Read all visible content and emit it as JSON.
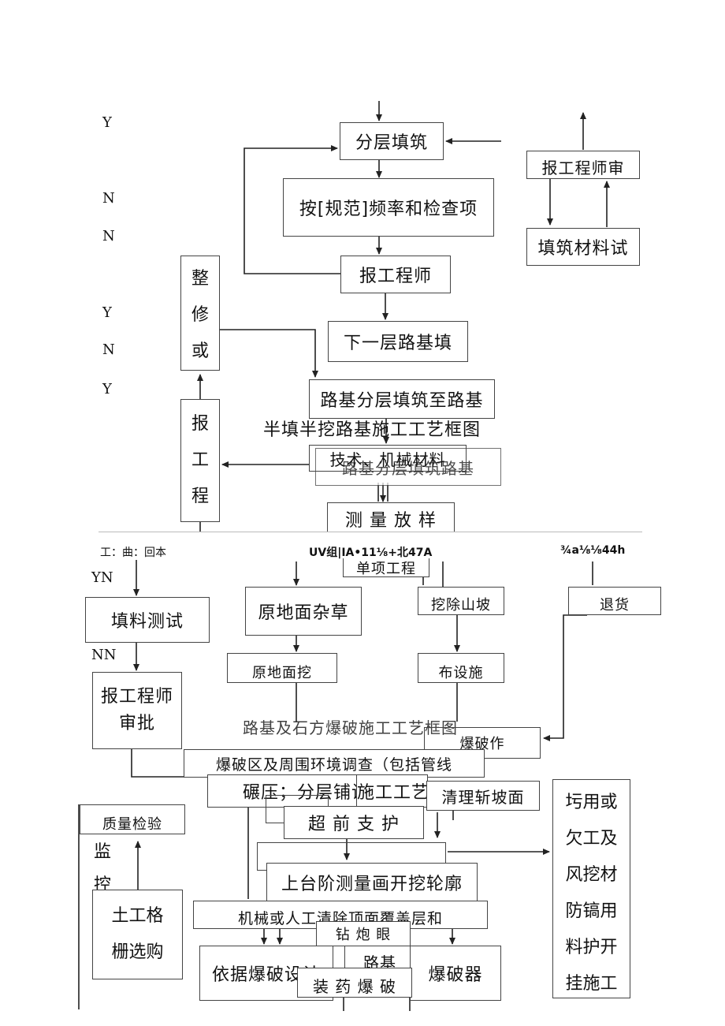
{
  "figure1": {
    "side_labels": [
      "Y",
      "N",
      "N",
      "Y",
      "N",
      "Y"
    ],
    "nodes": {
      "layer_fill": "分层填筑",
      "check_by_spec": "按[规范]频率和检查项",
      "report_engineer": "报工程师",
      "next_layer": "下一层路基填",
      "report_review": "报工程师审",
      "fill_material_test": "填筑材料试",
      "rectify": "整\n修\n或",
      "report_vertical": "报\n工\n程",
      "layered_to_top": "路基分层填筑至路基",
      "tech_machine": "技术、机械材料",
      "subgrade_layer": "路基分层填筑路基",
      "survey": "测 量 放 样"
    },
    "caption": "半填半挖路基施工工艺框图"
  },
  "figure2": {
    "header_garbled": [
      "工：曲：回本",
      "UV组|IA•11⅛+北47A",
      "¾a⅛⅛44h"
    ],
    "side_labels": [
      "YN",
      "NN"
    ],
    "side_chars": [
      "监",
      "控"
    ],
    "nodes": {
      "unit_project": "单项工程",
      "fill_test": "填料测试",
      "original_grass": "原地面杂草",
      "excavate_slope": "挖除山坡",
      "return_goods": "退货",
      "report_approval": "报工程师审批",
      "original_excavate": "原地面挖",
      "set_up": "布设施",
      "blasting_caption": "路基及石方爆破施工工艺框图",
      "blasting_work": "爆破作",
      "blast_survey": "爆破区及周围环境调查（包括管线",
      "compaction": "碾压；分层铺设",
      "construction_art": "施工工艺",
      "clear_slope": "清理斩坡面",
      "quality_check": "质量检验",
      "advance_support": "超 前 支 护",
      "waste_use": "圬用或\n欠工及\n风挖材\n防镐用\n料护开\n挂施工",
      "geogrid": "土工格\n栅选购",
      "upper_bench": "上台阶测量画开挖轮廓",
      "machine_clear": "机械或人工清除顶面覆盖层和",
      "drill_hole": "钻 炮 眼",
      "by_blasting": "依据爆破设计",
      "subgrade": "路基",
      "detonator": "爆破器",
      "charge_blast": "装 药 爆 破"
    }
  }
}
